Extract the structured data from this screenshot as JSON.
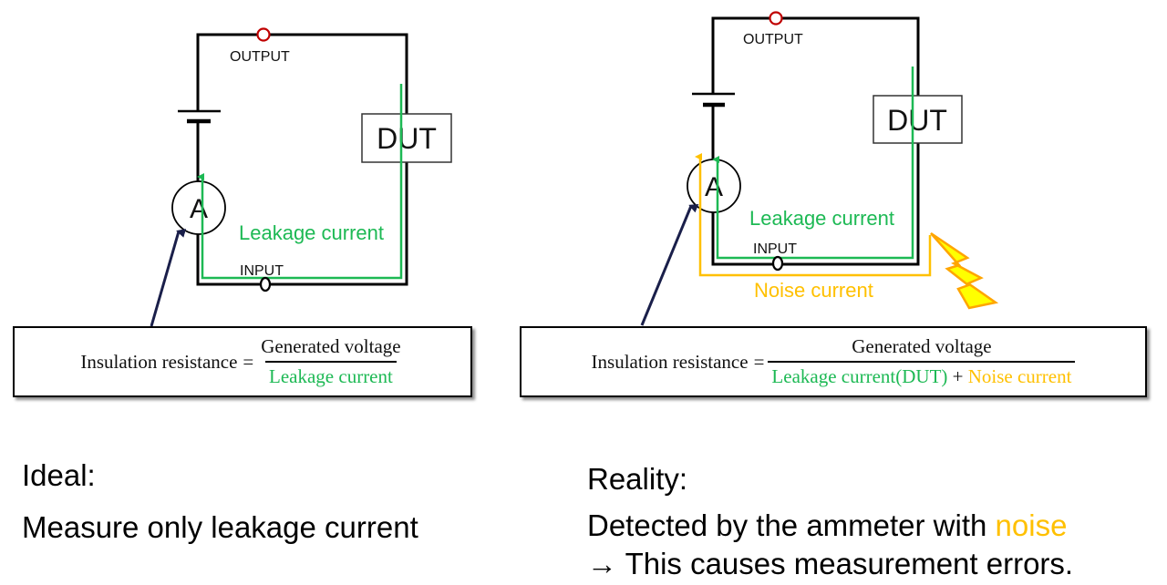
{
  "colors": {
    "leakage": "#1db954",
    "noise": "#ffc000",
    "output_terminal": "#c00000",
    "wire": "#000000",
    "pointer_arrow": "#1a1f4a",
    "lightning_fill": "#ffff00",
    "lightning_stroke": "#ffa500"
  },
  "left_panel": {
    "output_label": "OUTPUT",
    "input_label": "INPUT",
    "dut_label": "DUT",
    "ammeter_label": "A",
    "leakage_label": "Leakage current",
    "formula": {
      "lhs": "Insulation resistance",
      "equals": "=",
      "numerator": "Generated voltage",
      "denominator": "Leakage current"
    },
    "caption_title": "Ideal:",
    "caption_text": "Measure only leakage current"
  },
  "right_panel": {
    "output_label": "OUTPUT",
    "input_label": "INPUT",
    "dut_label": "DUT",
    "ammeter_label": "A",
    "leakage_label": "Leakage current",
    "noise_label": "Noise current",
    "formula": {
      "lhs": "Insulation resistance",
      "equals": "=",
      "numerator": "Generated voltage",
      "denominator_leakage": "Leakage current(DUT)",
      "denominator_plus": "+",
      "denominator_noise": "Noise current"
    },
    "caption_title": "Reality:",
    "caption_line1_prefix": "Detected by the ammeter with ",
    "caption_line1_highlight": "noise",
    "caption_line2": "→ This causes measurement errors."
  },
  "icons": {
    "battery": "battery-symbol-icon",
    "ammeter": "ammeter-icon",
    "terminal": "terminal-icon",
    "lightning": "lightning-bolt-icon",
    "arrow": "pointer-arrow-icon"
  }
}
